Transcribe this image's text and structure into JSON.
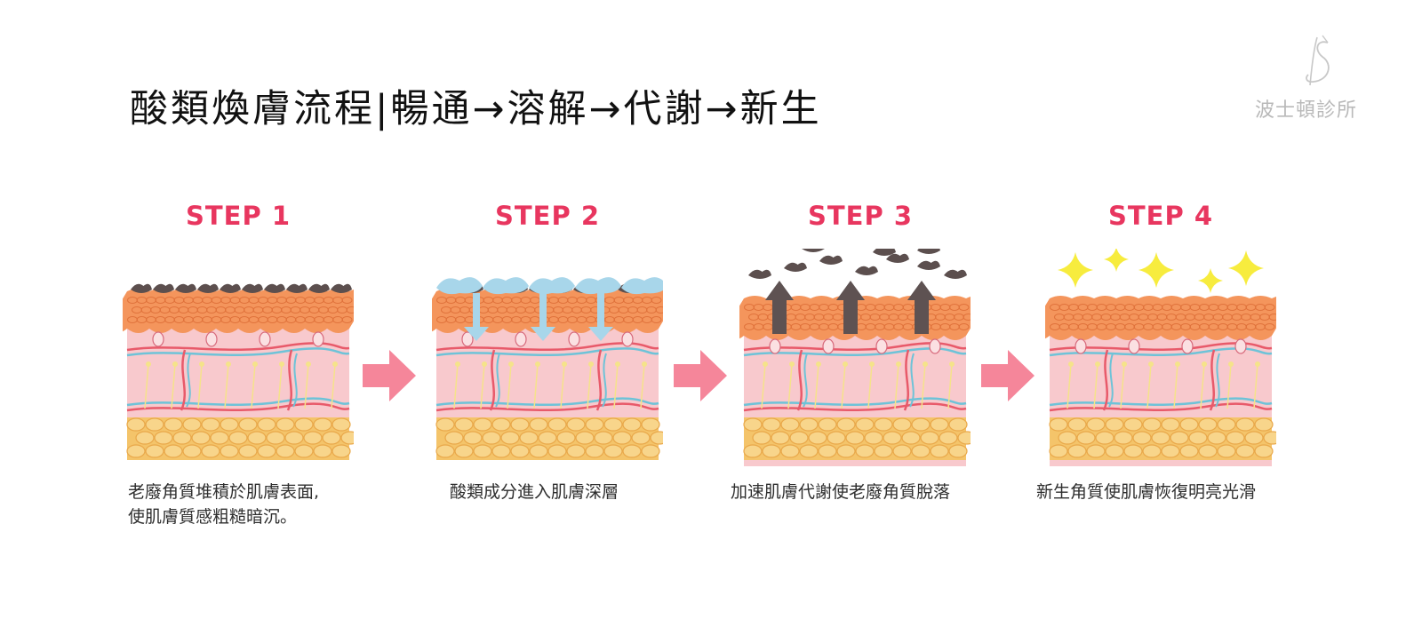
{
  "title": "酸類煥膚流程|暢通→溶解→代謝→新生",
  "brand": {
    "name": "波士頓診所"
  },
  "steps": [
    {
      "label": "STEP 1",
      "caption_lines": [
        "老廢角質堆積於肌膚表面,",
        "使肌膚質感粗糙暗沉。"
      ]
    },
    {
      "label": "STEP 2",
      "caption_lines": [
        "酸類成分進入肌膚深層"
      ]
    },
    {
      "label": "STEP 3",
      "caption_lines": [
        "加速肌膚代謝使老廢角質脫落"
      ]
    },
    {
      "label": "STEP 4",
      "caption_lines": [
        "新生角質使肌膚恢復明亮光滑"
      ]
    }
  ],
  "colors": {
    "step_label": "#e8365f",
    "flow_arrow": "#f5869a",
    "epidermis": "#f4955c",
    "dermis": "#f8c9cd",
    "fat": "#f4c46a",
    "dead_cells": "#5c4f4e",
    "acid": "#a8d6ea",
    "sparkle": "#f7ec3e"
  },
  "icons": [
    "logo-mark-icon",
    "flow-arrow-icon",
    "up-arrow-icon",
    "down-arrow-icon",
    "sparkle-icon"
  ]
}
